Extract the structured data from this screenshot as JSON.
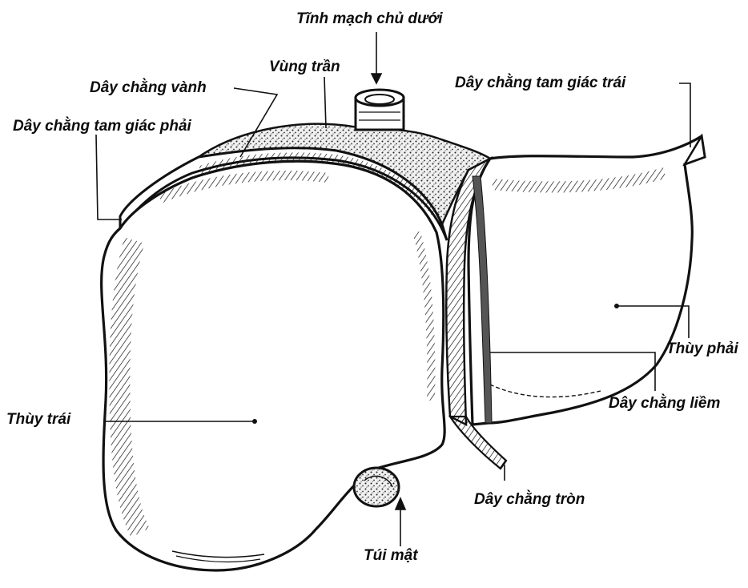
{
  "labels": {
    "ivc": "Tĩnh mạch chủ dưới",
    "bare_area": "Vùng trần",
    "coronary_ligament": "Dây chằng vành",
    "right_triangular_ligament": "Dây chằng tam giác phải",
    "left_triangular_ligament": "Dây chằng tam giác trái",
    "right_lobe": "Thùy phải",
    "falciform_ligament": "Dây chằng liềm",
    "left_lobe": "Thùy trái",
    "round_ligament": "Dây chằng tròn",
    "gallbladder": "Túi mật"
  }
}
